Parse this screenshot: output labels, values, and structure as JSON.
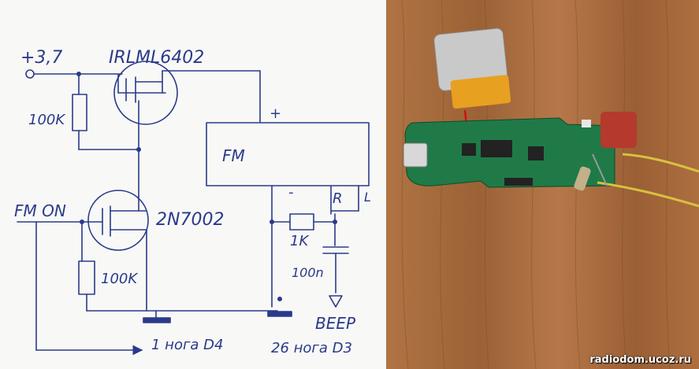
{
  "sketch": {
    "supply_label": "+3,7",
    "pmos_label": "IRLML6402",
    "r1_label": "100K",
    "fm_block_label": "FM",
    "plus_label": "+",
    "minus_label": "-",
    "r_label": "R",
    "l_label": "L",
    "fm_on_label": "FM ON",
    "nmos_label": "2N7002",
    "r2_label": "100K",
    "r3_label": "1K",
    "cap_label": "100n",
    "beep_label": "BEEP",
    "pin1_label": "1 нога D4",
    "pin26_label": "26 нога D3"
  },
  "photo": {
    "watermark": "radiodom.ucoz.ru"
  },
  "colors": {
    "ink": "#2a3a8a",
    "paper": "#ffffff",
    "wood": "#a86a3c",
    "pcb": "#1f7a48",
    "battery_wrap": "#e8a020",
    "capacitor": "#b5392c"
  }
}
